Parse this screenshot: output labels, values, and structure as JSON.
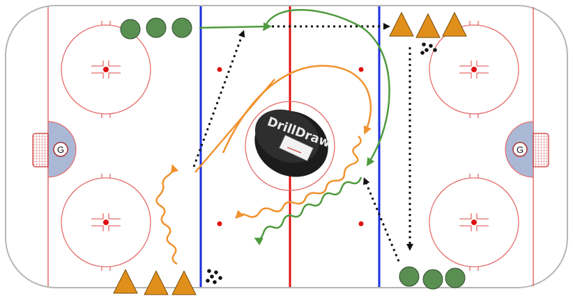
{
  "goalies": {
    "left_label": "G",
    "right_label": "G"
  },
  "logo": {
    "text": "DrillDraw"
  },
  "colors": {
    "rink_outline": "#b5b5b5",
    "red_line": "#e01010",
    "blue_line": "#1a2fe0",
    "crease_fill": "#aab8d6",
    "green_player": "#5a8f52",
    "green_path": "#4e9a3e",
    "orange_player": "#e0901a",
    "orange_path": "#f0922e",
    "pass_line": "#111111"
  },
  "icons": [
    "green-player-icon",
    "orange-cone-icon",
    "puck-pile-icon",
    "goalie-icon",
    "faceoff-dot-icon"
  ]
}
